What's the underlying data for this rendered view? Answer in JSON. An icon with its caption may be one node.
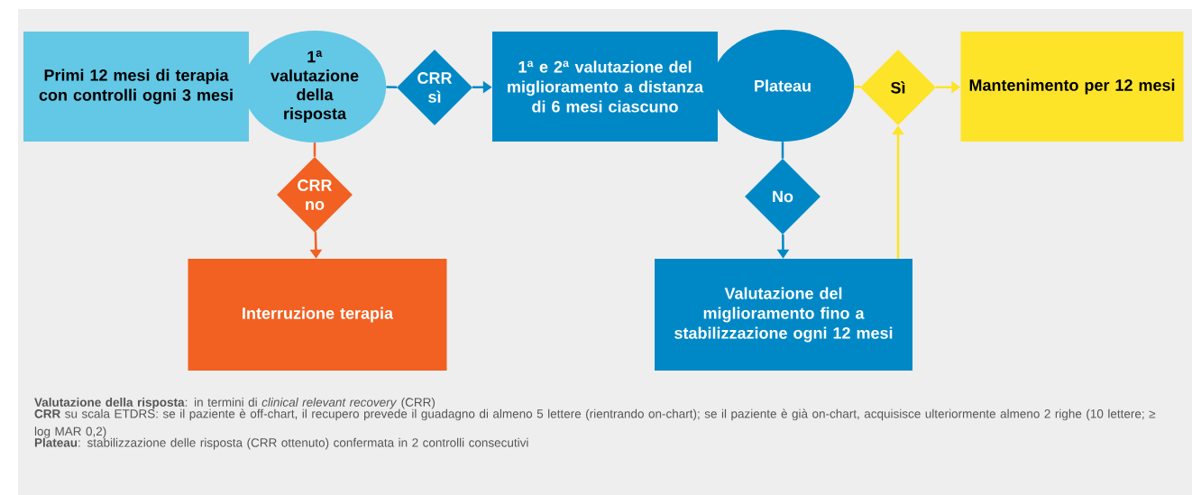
{
  "diagram": {
    "nodes": [
      {
        "text": [
          "Primi 12 mesi di terapia con controlli ogni 3 mesi"
        ]
      },
      {
        "text": [
          "1$^{a}$ valutazione della risposta"
        ]
      },
      {
        "text": [
          "CRR sì"
        ]
      },
      {
        "text": [
          "1$^{a}$ e 2$^{a}$ valutazione del miglioramento a distanza di 6 mesi ciascuno"
        ]
      },
      {
        "text": [
          "Plateau"
        ]
      },
      {
        "text": [
          "Sì"
        ]
      },
      {
        "text": [
          "Mantenimento per 12 mesi"
        ]
      },
      {
        "text": [
          "CRR no"
        ]
      },
      {
        "text": [
          "Interruzione terapia"
        ]
      },
      {
        "text": [
          "No"
        ]
      },
      {
        "text": [
          "Valutazione del miglioramento fino a stabilizzazione ogni 12 mesi"
        ]
      }
    ],
    "edges": [
      {
        "from": 1,
        "to": 2,
        "arrow": "none"
      },
      {
        "from": 2,
        "to": 3,
        "arrow": "to"
      },
      {
        "from": 4,
        "to": 5,
        "arrow": "none",
        "color": "#fde428"
      },
      {
        "from": 5,
        "to": 6,
        "arrow": "to",
        "color": "#fde428"
      },
      {
        "from": 1,
        "to": 7,
        "arrow": "none",
        "color": "#f26122"
      },
      {
        "from": 7,
        "to": 8,
        "arrow": "to",
        "color": "#f26122"
      },
      {
        "from": 4,
        "to": 9,
        "arrow": "none"
      },
      {
        "from": 9,
        "to": 10,
        "arrow": "to"
      },
      {
        "from": 10,
        "to": 5,
        "arrow": "to",
        "color": "#fde428"
      }
    ],
    "labels": [
      "**Valutazione della risposta**: in termini di *clinical relevant recovery* (CRR)",
      "**CRR** su scala ETDRS: se il paziente è off-chart, il recupero prevede il guadagno di almeno 5 lettere (rientrando on-chart); se il paziente è già on-chart, acquisisce ulteriormente almeno 2 righe (10 lettere; ≥ log MAR 0,2)",
      "**Plateau**: stabilizzazione delle risposta (CRR ottenuto) confermata in 2 controlli consecutivi"
    ]
  }
}
